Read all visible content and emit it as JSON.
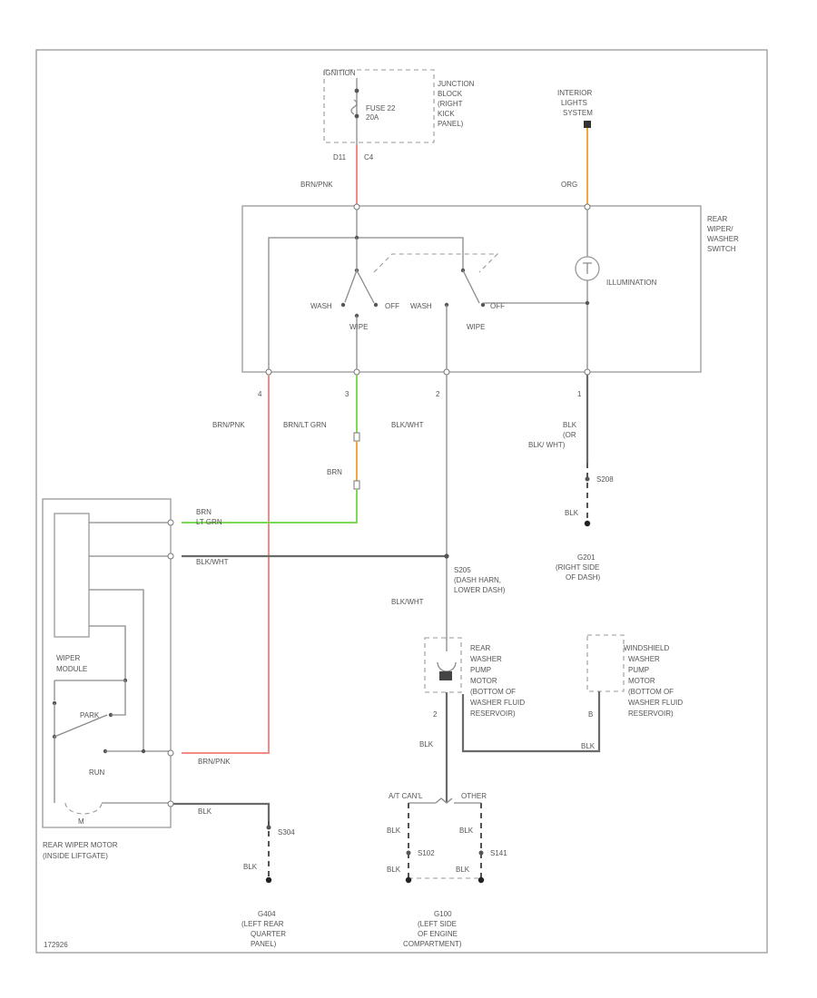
{
  "diagram_id": "172926",
  "colors": {
    "red_wire": "#f28b82",
    "green_wire": "#7ed957",
    "orange_wire": "#f5a442",
    "wire": "#8a8a8a"
  },
  "top": {
    "ignition": "IGNITION",
    "fuse": [
      "FUSE 22",
      "20A"
    ],
    "junction_block": [
      "JUNCTION",
      "BLOCK",
      "(RIGHT",
      "KICK",
      "PANEL)"
    ],
    "pin_left": "D11",
    "pin_right": "C4",
    "interior_lights": [
      "INTERIOR",
      "LIGHTS",
      "SYSTEM"
    ]
  },
  "switch": {
    "name": [
      "REAR",
      "WIPER/",
      "WASHER",
      "SWITCH"
    ],
    "illumination": "ILLUMINATION",
    "wash1": "WASH",
    "off1": "OFF",
    "wipe1": "WIPE",
    "wash2": "WASH",
    "off2": "OFF",
    "wipe2": "WIPE",
    "pins": [
      "4",
      "3",
      "2",
      "1"
    ]
  },
  "wires": {
    "brn_pnk_top": "BRN/PNK",
    "org_top": "ORG",
    "brn_pnk": "BRN/PNK",
    "brn_lt_grn": "BRN/LT GRN",
    "blk_wht": "BLK/WHT",
    "blk_or": [
      "BLK",
      "(OR",
      "BLK/ WHT)"
    ],
    "brn": "BRN",
    "brn_lt_grn_motor": [
      "BRN",
      "LT GRN"
    ],
    "blk_wht_motor": "BLK/WHT",
    "blk_wht_s": "BLK/WHT",
    "brn_pnk_motor": "BRN/PNK",
    "blk_motor": "BLK",
    "blk_g201": "BLK",
    "blk_pump": "BLK",
    "blk_pump2": "BLK"
  },
  "splices": {
    "s208": "S208",
    "s205": [
      "S205",
      "(DASH HARN,",
      "LOWER DASH)"
    ],
    "s304": "S304",
    "s102": "S102",
    "s141": "S141"
  },
  "grounds": {
    "g201": [
      "G201",
      "(RIGHT SIDE",
      "OF DASH)"
    ],
    "g404": [
      "G404",
      "(LEFT REAR",
      "QUARTER",
      "PANEL)"
    ],
    "g100": [
      "G100",
      "(LEFT SIDE",
      "OF ENGINE",
      "COMPARTMENT)"
    ]
  },
  "motor": {
    "wiper_module": [
      "WIPER",
      "MODULE"
    ],
    "park": "PARK",
    "run": "RUN",
    "m": "M",
    "name": [
      "REAR WIPER MOTOR",
      "(INSIDE LIFTGATE)"
    ]
  },
  "pump": {
    "rear": [
      "REAR",
      "WASHER",
      "PUMP",
      "MOTOR",
      "(BOTTOM OF",
      "WASHER FLUID",
      "RESERVOIR)"
    ],
    "windshield": [
      "WINDSHIELD",
      "WASHER",
      "PUMP",
      "MOTOR",
      "(BOTTOM OF",
      "WASHER FLUID",
      "RESERVOIR)"
    ],
    "pin_rear": "2",
    "pin_ws": "B"
  },
  "trans": {
    "at_canl": "A/T CAN'L",
    "other": "OTHER",
    "blk1": "BLK",
    "blk2": "BLK",
    "blk3": "BLK",
    "blk4": "BLK"
  }
}
